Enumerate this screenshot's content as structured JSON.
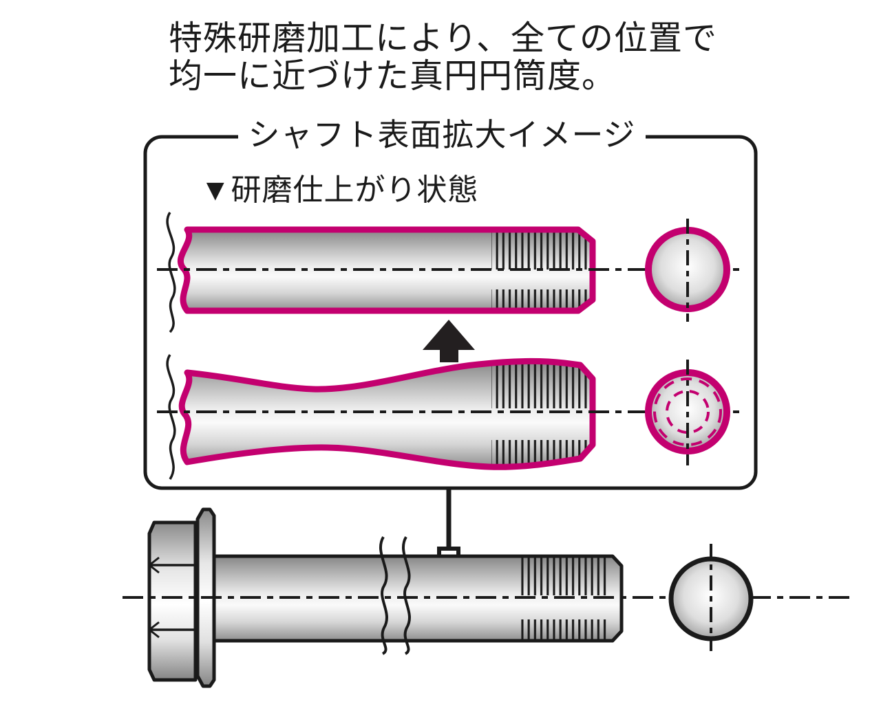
{
  "figure": {
    "caption": {
      "line1": "特殊研磨加工により、全ての位置で",
      "line2": "均一に近づけた真円円筒度。"
    },
    "panel": {
      "title": "シャフト表面拡大イメージ",
      "state_label": "▼研磨仕上がり状態"
    },
    "colors": {
      "line_black": "#1a1a1a",
      "accent_magenta": "#c3006f",
      "arrow_dark": "#231f20",
      "background": "#ffffff"
    }
  }
}
